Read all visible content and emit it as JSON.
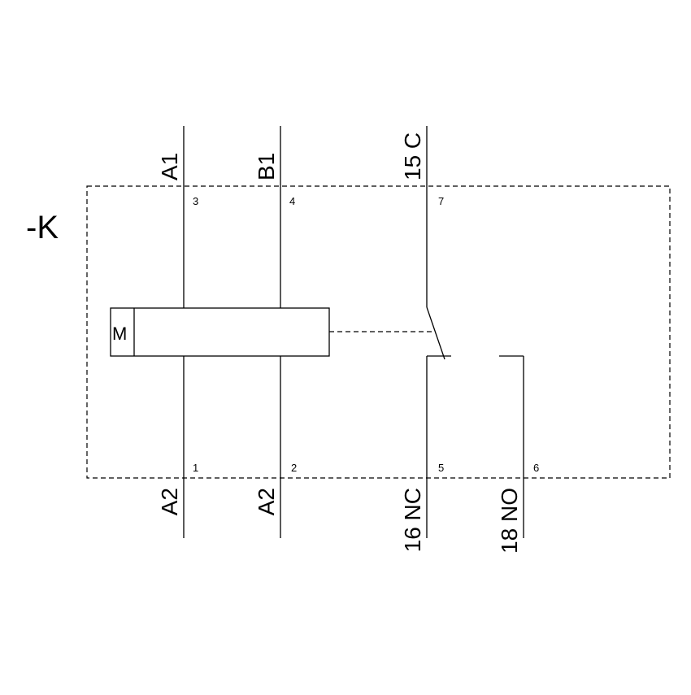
{
  "device_tag": "-K",
  "coil_label": "M",
  "terminals": {
    "top": [
      "A1",
      "B1",
      "15 C"
    ],
    "bottom": [
      "A2",
      "A2",
      "16 NC",
      "18 NO"
    ]
  },
  "pins": {
    "top": [
      "3",
      "4",
      "7"
    ],
    "bottom": [
      "1",
      "2",
      "5",
      "6"
    ]
  }
}
